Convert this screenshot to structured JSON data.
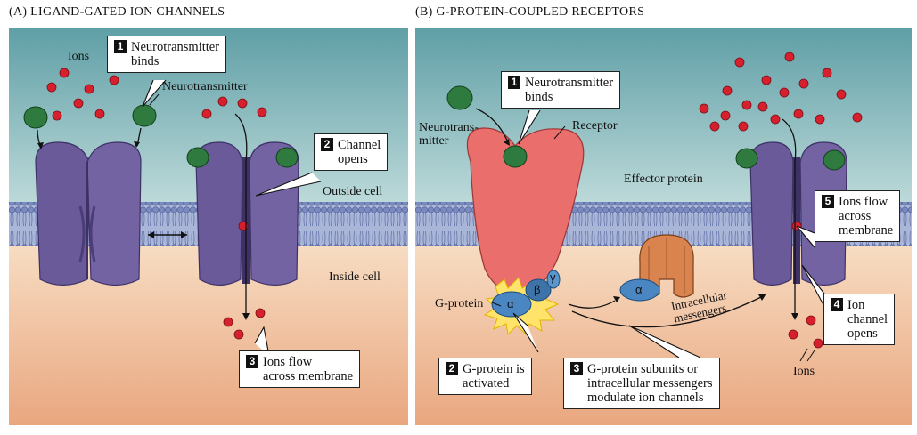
{
  "panel_a": {
    "title": "(A)  LIGAND-GATED ION CHANNELS",
    "labels": {
      "ions": "Ions",
      "neurotransmitter": "Neurotransmitter",
      "outside_cell": "Outside cell",
      "inside_cell": "Inside cell"
    },
    "callouts": [
      {
        "num": "1",
        "text": "Neurotransmitter\nbinds"
      },
      {
        "num": "2",
        "text": "Channel\nopens"
      },
      {
        "num": "3",
        "text": "Ions flow\nacross membrane"
      }
    ]
  },
  "panel_b": {
    "title": "(B)  G-PROTEIN-COUPLED RECEPTORS",
    "labels": {
      "neurotransmitter": "Neurotrans-\nmitter",
      "receptor": "Receptor",
      "effector_protein": "Effector protein",
      "g_protein": "G-protein",
      "intracellular_messengers": "Intracellular\nmessengers",
      "ions": "Ions",
      "alpha": "α",
      "beta": "β",
      "gamma": "γ"
    },
    "callouts": [
      {
        "num": "1",
        "text": "Neurotransmitter\nbinds"
      },
      {
        "num": "2",
        "text": "G-protein is\nactivated"
      },
      {
        "num": "3",
        "text": "G-protein subunits or\nintracellular messengers\nmodulate ion channels"
      },
      {
        "num": "4",
        "text": "Ion\nchannel\nopens"
      },
      {
        "num": "5",
        "text": "Ions flow\nacross\nmembrane"
      }
    ]
  },
  "colors": {
    "channel": "#6a5a9a",
    "channel_dark": "#4b3d78",
    "ion": "#d6202e",
    "neurotransmitter": "#2f7a3e",
    "receptor": "#ea6e6c",
    "effector": "#d9844f",
    "g_alpha": "#4a86c2",
    "flash": "#ffe36a"
  }
}
